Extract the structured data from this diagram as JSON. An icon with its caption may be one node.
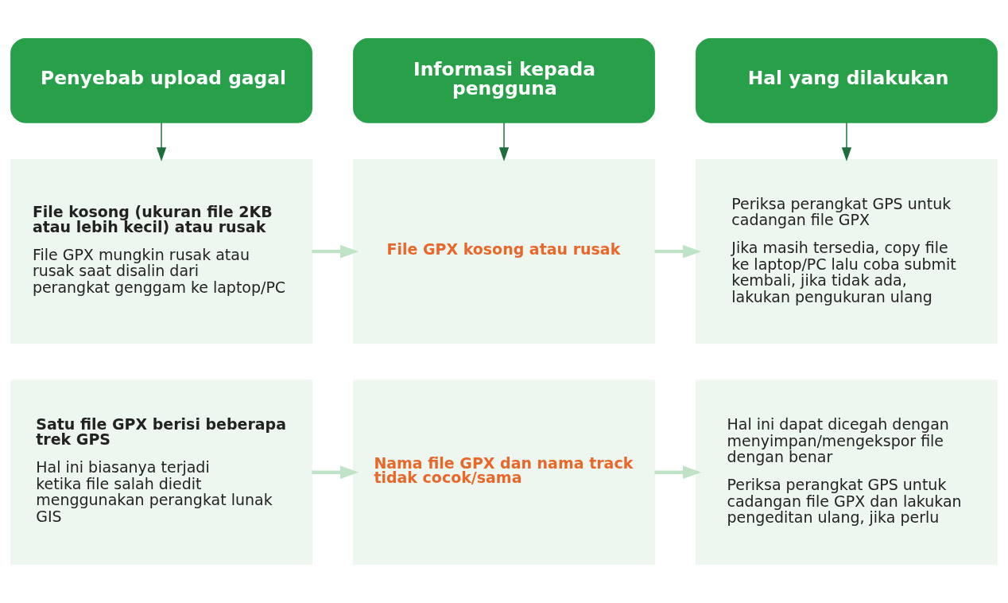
{
  "diagram": {
    "nodes": [
      {
        "text": [
          "Penyebab upload gagal"
        ]
      },
      {
        "text": [
          "Informasi kepada pengguna"
        ]
      },
      {
        "text": [
          "Hal yang dilakukan"
        ]
      },
      {
        "text": [
          "File kosong (ukuran file 2KB atau lebih kecil) atau rusak",
          "File GPX mungkin rusak atau rusak saat disalin dari perangkat genggam ke laptop/PC"
        ]
      },
      {
        "text": [
          "File GPX kosong atau rusak"
        ]
      },
      {
        "text": [
          "Periksa perangkat GPS untuk cadangan file GPX",
          "Jika masih tersedia, copy file ke laptop/PC lalu coba submit kembali, jika tidak ada, lakukan pengukuran ulang"
        ]
      },
      {
        "text": [
          "Satu file GPX berisi beberapa trek GPS",
          "Hal ini biasanya terjadi ketika file salah diedit menggunakan perangkat lunak GIS"
        ]
      },
      {
        "text": [
          "Nama file GPX dan nama track tidak cocok/sama"
        ]
      },
      {
        "text": [
          "Hal ini dapat dicegah dengan menyimpan/mengekspor file dengan benar",
          "Periksa perangkat GPS untuk cadangan file GPX dan lakukan pengeditan ulang, jika perlu"
        ]
      }
    ],
    "edges": [
      {
        "from": 0,
        "to": 3,
        "arrow": "to",
        "color": "#1e6e3c"
      },
      {
        "from": 1,
        "to": 4,
        "arrow": "to",
        "color": "#1e6e3c"
      },
      {
        "from": 2,
        "to": 5,
        "arrow": "to",
        "color": "#1e6e3c"
      },
      {
        "from": 3,
        "to": 4,
        "arrow": "to"
      },
      {
        "from": 4,
        "to": 5,
        "arrow": "to"
      },
      {
        "from": 6,
        "to": 7,
        "arrow": "to"
      },
      {
        "from": 7,
        "to": 8,
        "arrow": "to"
      }
    ]
  }
}
